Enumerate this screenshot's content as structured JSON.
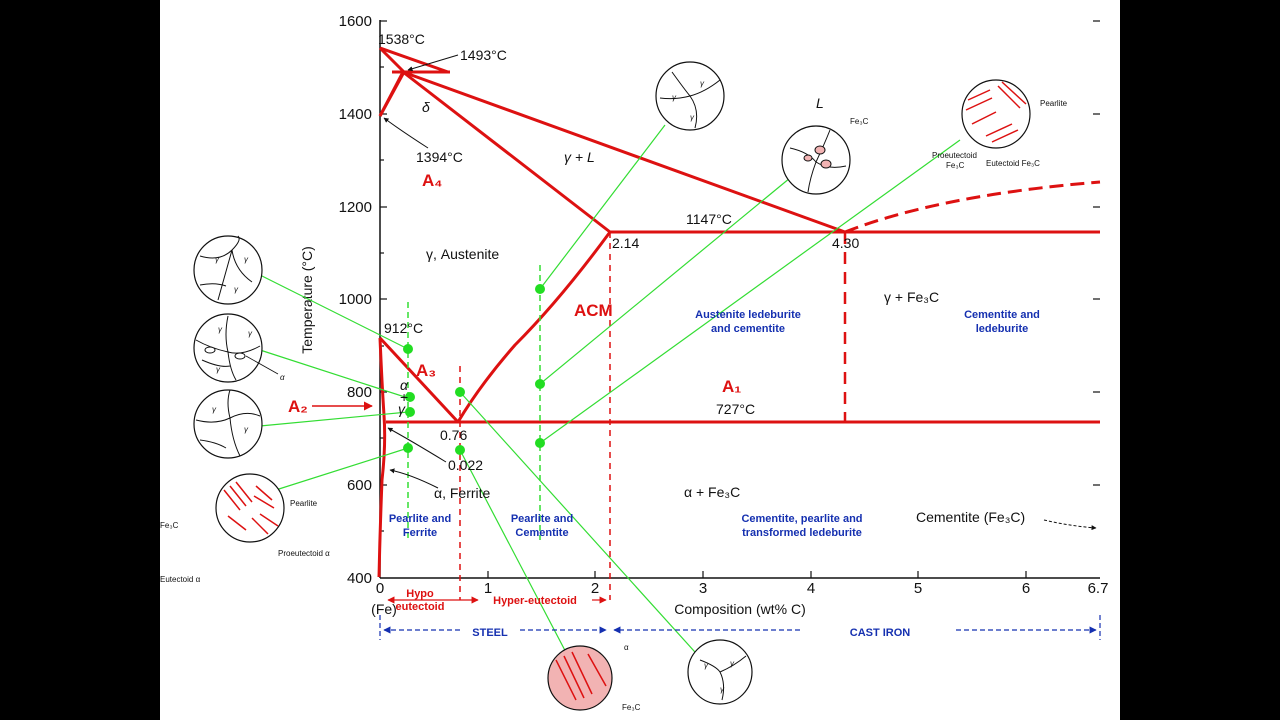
{
  "axes": {
    "y_ticks": [
      "1600",
      "1400",
      "1200",
      "1000",
      "800",
      "600",
      "400"
    ],
    "x_ticks": [
      "0",
      "1",
      "2",
      "3",
      "4",
      "5",
      "6",
      "6.7"
    ],
    "y_label": "Temperature (°C)",
    "x_label": "Composition (wt% C)",
    "x_origin_label": "(Fe)"
  },
  "points": {
    "t1538": "1538°C",
    "t1493": "1493°C",
    "t1394": "1394°C",
    "t912": "912°C",
    "t1147": "1147°C",
    "t727": "727°C",
    "c214": "2.14",
    "c430": "4.30",
    "c076": "0.76",
    "c0022": "0.022"
  },
  "phases": {
    "delta": "δ",
    "gamma_L": "γ + L",
    "L": "L",
    "austenite": "γ, Austenite",
    "gamma_fe3c": "γ + Fe₃C",
    "alpha_fe3c": "α + Fe₃C",
    "alpha": "α",
    "gamma": "γ",
    "plus": "+",
    "ferrite": "α, Ferrite",
    "cementite": "Cementite (Fe₃C)"
  },
  "lines": {
    "A4": "A₄",
    "A3": "A₃",
    "A2": "A₂",
    "A1": "A₁",
    "ACM": "ACM"
  },
  "regions": {
    "austenite_ledeburite": [
      "Austenite ledeburite",
      "and cementite"
    ],
    "cementite_ledeburite": [
      "Cementite and",
      "ledeburite"
    ],
    "pearlite_ferrite": [
      "Pearlite and",
      "Ferrite"
    ],
    "pearlite_cementite": [
      "Pearlite and",
      "Cementite"
    ],
    "cementite_pearlite": [
      "Cementite, pearlite and",
      "transformed ledeburite"
    ]
  },
  "ranges": {
    "hypo": [
      "Hypo",
      "eutectoid"
    ],
    "hyper": "Hyper-eutectoid",
    "steel": "STEEL",
    "cast_iron": "CAST IRON"
  },
  "micro": {
    "pearlite": "Pearlite",
    "fe3c": "Fe₃C",
    "eutectoid_alpha": "Eutectoid α",
    "proeutectoid_alpha": "Proeutectoid α",
    "proeutectoid_fe3c": [
      "Proeutectoid",
      "Fe₃C"
    ],
    "eutectoid_fe3c": "Eutectoid Fe₃C",
    "alpha": "α",
    "gamma": "γ"
  },
  "colors": {
    "phase_line": "#dd1111",
    "tie_line": "#33dd33",
    "marker": "#22dd22",
    "region_text": "#1530b0",
    "lamella": "#f2b3b3"
  }
}
